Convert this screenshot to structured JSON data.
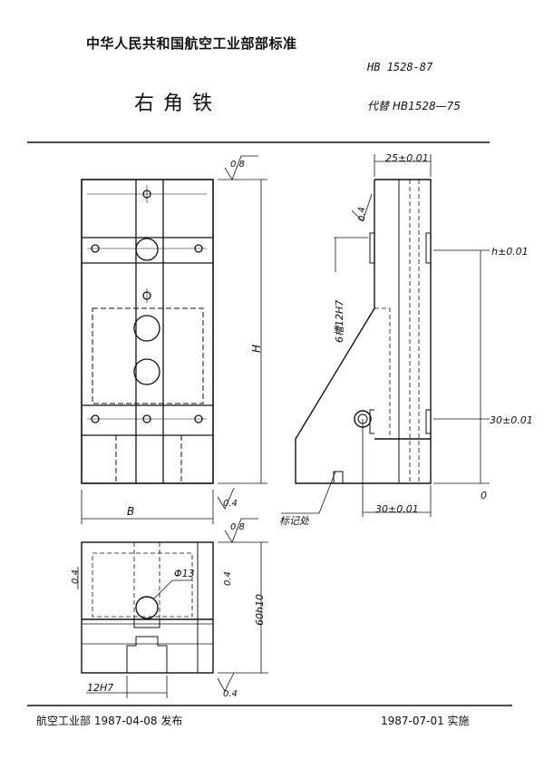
{
  "header": {
    "organization": "中华人民共和国航空工业部部标准",
    "standard_no": "HB 1528-87",
    "title": "右角铁",
    "replaces": "代替 HB1528—75"
  },
  "drawing": {
    "roughness_top": "0.8",
    "roughness_side": "0.4",
    "roughness_bottom": "0.4",
    "roughness_plan": "0.8",
    "roughness_plan_left": "0.4",
    "roughness_plan_right": "0.4",
    "roughness_plan_bottom": "0.4",
    "dim_H": "H",
    "dim_B": "B",
    "dim_top_width": "25±0.01",
    "dim_h": "h±0.01",
    "dim_30_vert": "30±0.01",
    "dim_zero": "0",
    "dim_30_horiz": "30±0.01",
    "slot_note": "6槽12H7",
    "marker_label": "标记处",
    "hole_dia": "Φ13",
    "dim_60": "60h10",
    "dim_12H7": "12H7"
  },
  "footer": {
    "published": "航空工业部 1987-04-08 发布",
    "effective": "1987-07-01 实施"
  }
}
